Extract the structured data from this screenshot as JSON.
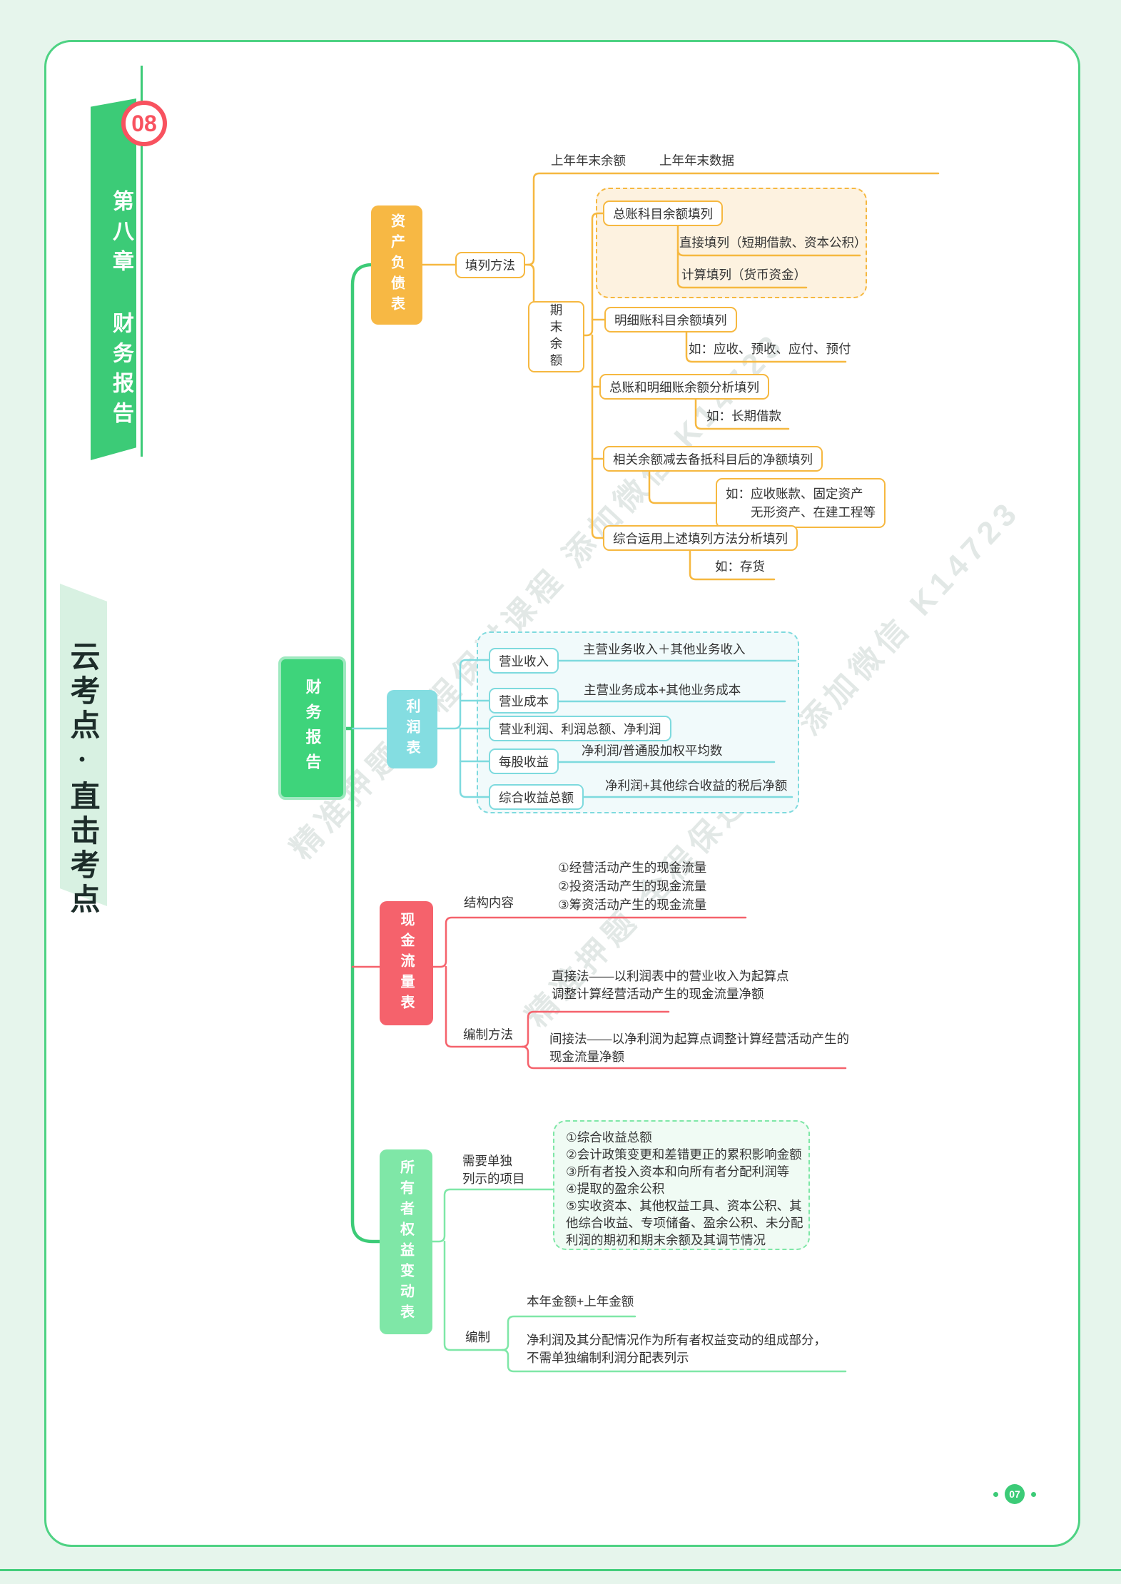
{
  "page": {
    "badge": "08",
    "chapter": "第八章 财务报告",
    "slogan": "云考点·直击考点",
    "page_num": "07",
    "watermark": "精准押题 全程保过课程 添加微信 K14723"
  },
  "colors": {
    "spine": "#3ccb77",
    "balance": "#f6b840",
    "income": "#7edade",
    "cashflow": "#f5626c",
    "equity": "#7fe7a7",
    "badge": "#f8525f"
  },
  "root": "财务报告",
  "balance": {
    "title": "资产负债表",
    "method": "填列方法",
    "prev_label": "上年年末余额",
    "prev_value": "上年年末数据",
    "end_label": "期末余额",
    "general": {
      "label": "总账科目余额填列",
      "direct": "直接填列（短期借款、资本公积）",
      "calc": "计算填列（货币资金）"
    },
    "detail": {
      "label": "明细账科目余额填列",
      "example": "如：应收、预收、应付、预付"
    },
    "analysis": {
      "label": "总账和明细账余额分析填列",
      "example": "如：长期借款"
    },
    "net": {
      "label": "相关余额减去备抵科目后的净额填列",
      "example": "如：应收账款、固定资产\n　　无形资产、在建工程等"
    },
    "combined": {
      "label": "综合运用上述填列方法分析填列",
      "example": "如：存货"
    }
  },
  "income": {
    "title": "利润表",
    "items": [
      {
        "label": "营业收入",
        "value": "主营业务收入＋其他业务收入"
      },
      {
        "label": "营业成本",
        "value": "主营业务成本+其他业务成本"
      },
      {
        "label": "营业利润、利润总额、净利润",
        "value": ""
      },
      {
        "label": "每股收益",
        "value": "净利润/普通股加权平均数"
      },
      {
        "label": "综合收益总额",
        "value": "净利润+其他综合收益的税后净额"
      }
    ]
  },
  "cashflow": {
    "title": "现金流量表",
    "structure_label": "结构内容",
    "structure_value": "①经营活动产生的现金流量\n②投资活动产生的现金流量\n③筹资活动产生的现金流量",
    "method_label": "编制方法",
    "direct": "直接法——以利润表中的营业收入为起算点\n调整计算经营活动产生的现金流量净额",
    "indirect": "间接法——以净利润为起算点调整计算经营活动产生的\n现金流量净额"
  },
  "equity": {
    "title": "所有者权益变动表",
    "items_label": "需要单独\n列示的项目",
    "items_value": "①综合收益总额\n②会计政策变更和差错更正的累积影响金额\n③所有者投入资本和向所有者分配利润等\n④提取的盈余公积\n⑤实收资本、其他权益工具、资本公积、其\n他综合收益、专项储备、盈余公积、未分配\n利润的期初和期末余额及其调节情况",
    "compile_label": "编制",
    "amount": "本年金额+上年金额",
    "note": "净利润及其分配情况作为所有者权益变动的组成部分，\n不需单独编制利润分配表列示"
  }
}
